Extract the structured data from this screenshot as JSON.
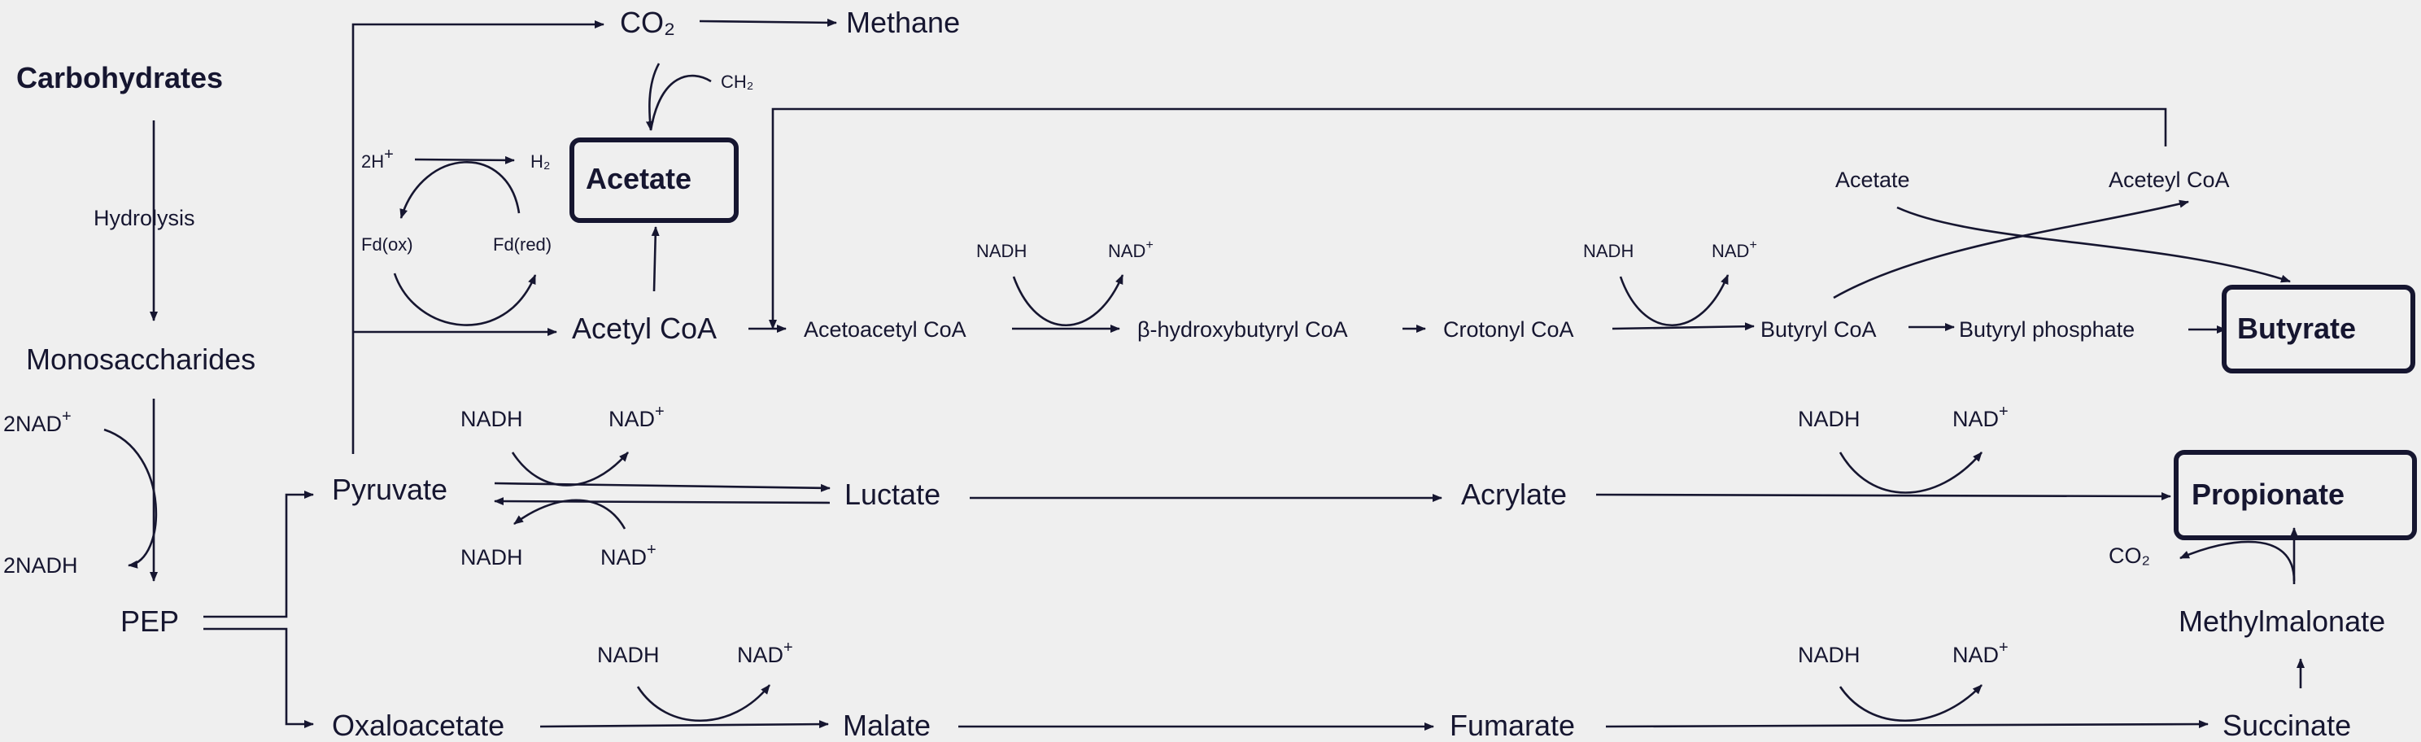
{
  "labels": {
    "carbohydrates": "Carbohydrates",
    "hydrolysis": "Hydrolysis",
    "monosaccharides": "Monosaccharides",
    "two_nad_plus": "2NAD",
    "two_nadh": "2NADH",
    "pep": "PEP",
    "pyruvate": "Pyruvate",
    "oxaloacetate": "Oxaloacetate",
    "co2_top": "CO₂",
    "methane": "Methane",
    "ch2": "CH₂",
    "acetate_box": "Acetate",
    "two_h_plus": "2H",
    "h2": "H₂",
    "fd_ox": "Fd(ox)",
    "fd_red": "Fd(red)",
    "acetyl_coa": "Acetyl CoA",
    "acetoacetyl_coa": "Acetoacetyl CoA",
    "hydroxybutyryl_coa": "β-hydroxybutyryl CoA",
    "crotonyl_coa": "Crotonyl CoA",
    "butyryl_coa": "Butyryl CoA",
    "butyryl_phosphate": "Butyryl phosphate",
    "butyrate_box": "Butyrate",
    "acetate_small": "Acetate",
    "aceteyl_coa": "Aceteyl CoA",
    "luctate": "Luctate",
    "acrylate": "Acrylate",
    "propionate_box": "Propionate",
    "co2_right": "CO₂",
    "methylmalonate": "Methylmalonate",
    "malate": "Malate",
    "fumarate": "Fumarate",
    "succinate": "Succinate",
    "nadh": "NADH",
    "nad": "NAD",
    "plus": "+"
  }
}
